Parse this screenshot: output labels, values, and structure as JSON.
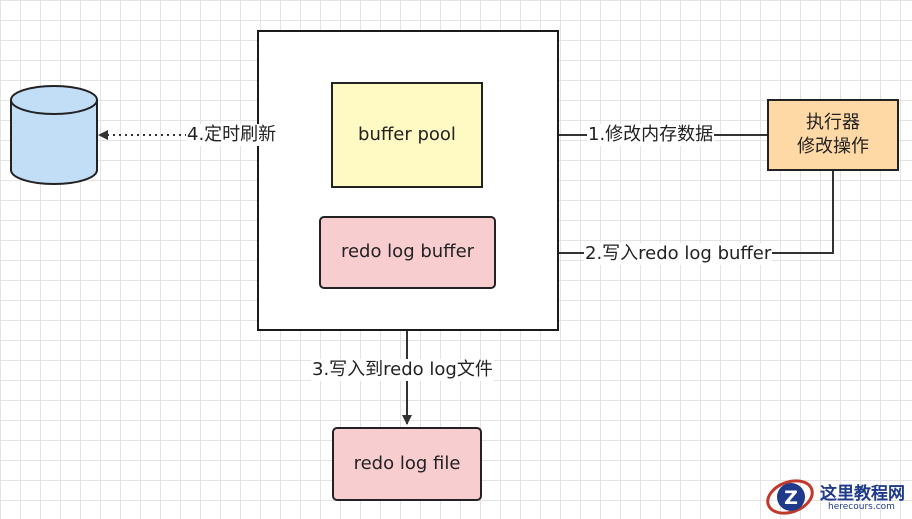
{
  "nodes": {
    "buffer_pool": "buffer pool",
    "redo_log_buffer": "redo log buffer",
    "redo_log_file": "redo log file",
    "executor": [
      "执行器",
      "修改操作"
    ]
  },
  "edges": {
    "modify_memory": "1.修改内存数据",
    "write_redo_buffer": "2.写入redo log buffer",
    "write_redo_file": "3.写入到redo log文件",
    "periodic_flush": "4.定时刷新"
  },
  "watermark": {
    "title": "这里教程网",
    "url": "herecours.com"
  },
  "colors": {
    "buffer_pool_fill": "#fff9c4",
    "redo_fill": "#f8cdd0",
    "executor_fill": "#fed9a6",
    "disk_fill": "#c2def7"
  }
}
